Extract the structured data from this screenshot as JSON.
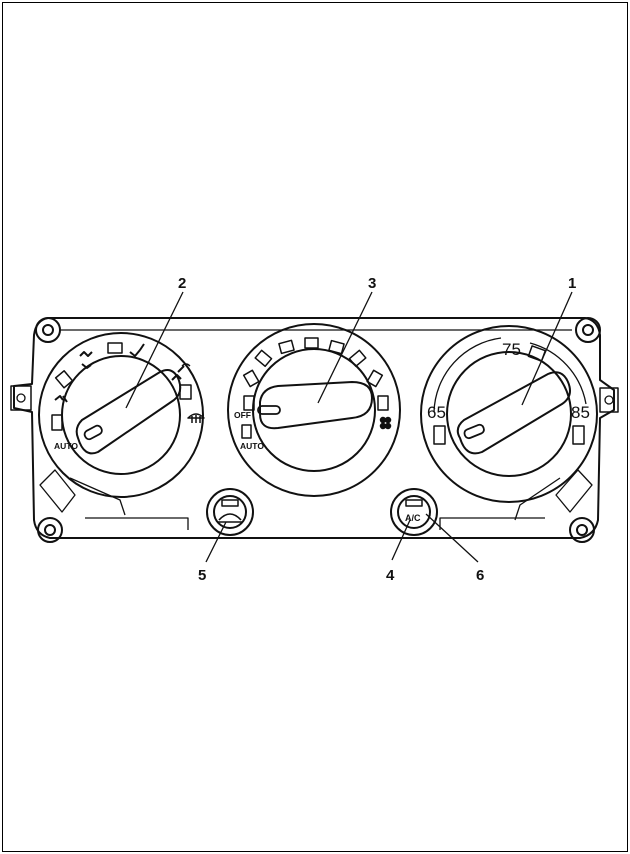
{
  "callouts": {
    "temp_knob": "1",
    "mode_knob": "2",
    "fan_knob": "3",
    "ac_button": "4",
    "recirc_button": "5",
    "ac_indicator": "6"
  },
  "temperature_scale": {
    "low": "65",
    "mid": "75",
    "high": "85"
  },
  "fan_scale": {
    "off": "OFF",
    "auto": "AUTO"
  },
  "mode_scale": {
    "auto": "AUTO"
  },
  "ac_button_text": "A/C",
  "icons": [
    "vent-icon",
    "bilevel-icon",
    "floor-icon",
    "floor-defrost-icon",
    "defrost-icon",
    "fan-icon",
    "recirculation-icon"
  ]
}
